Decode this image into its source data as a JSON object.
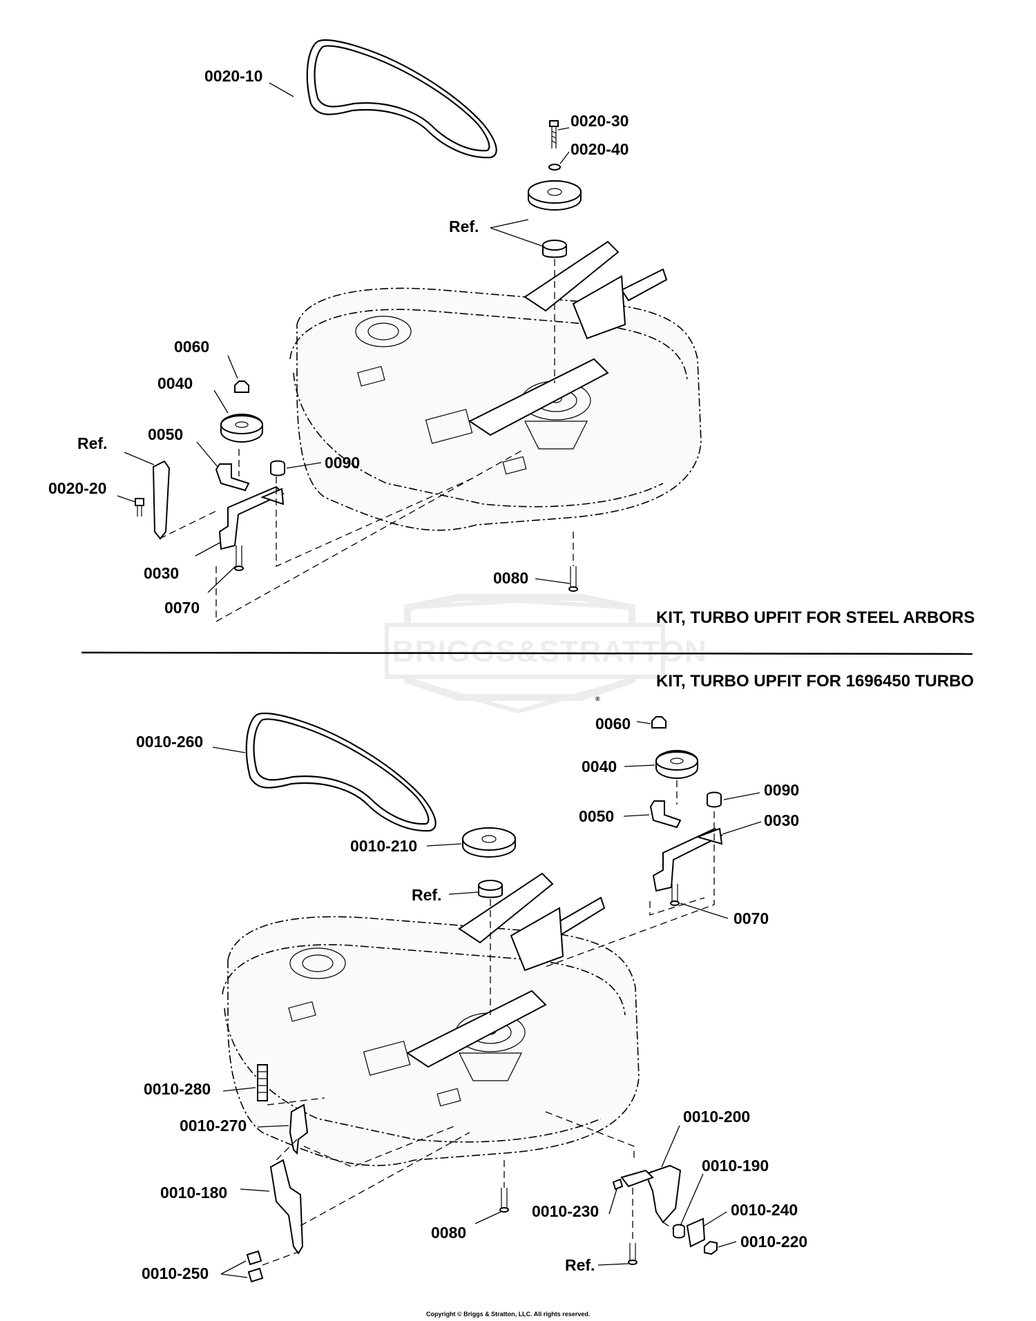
{
  "watermark": "BRIGGS&STRATTON",
  "watermark_mark": "®",
  "copyright": "Copyright © Briggs & Stratton, LLC. All rights reserved.",
  "top_kit": {
    "title": "KIT, TURBO UPFIT FOR STEEL ARBORS",
    "labels": {
      "belt": "0020-10",
      "bolt": "0020-30",
      "washer": "0020-40",
      "ref_pulley": "Ref.",
      "nut_0060": "0060",
      "idler_0040": "0040",
      "ref_bracket": "Ref.",
      "bracket_0050": "0050",
      "nut_0090": "0090",
      "bolt_0020_20": "0020-20",
      "arm_0030": "0030",
      "screw_0070": "0070",
      "screw_0080": "0080"
    }
  },
  "bottom_kit": {
    "title": "KIT, TURBO UPFIT FOR 1696450 TURBO",
    "labels": {
      "nut_0060": "0060",
      "idler_0040": "0040",
      "nut_0090": "0090",
      "bracket_0050": "0050",
      "arm_0030": "0030",
      "belt": "0010-260",
      "pulley": "0010-210",
      "ref_spacer": "Ref.",
      "screw_0070": "0070",
      "decal": "0010-280",
      "plate_270": "0010-270",
      "bracket_200": "0010-200",
      "spacer_190": "0010-190",
      "plate_180": "0010-180",
      "screw_230": "0010-230",
      "bracket_240": "0010-240",
      "screw_0080": "0080",
      "nut_220": "0010-220",
      "ref_screw": "Ref.",
      "bolts_250": "0010-250"
    }
  }
}
